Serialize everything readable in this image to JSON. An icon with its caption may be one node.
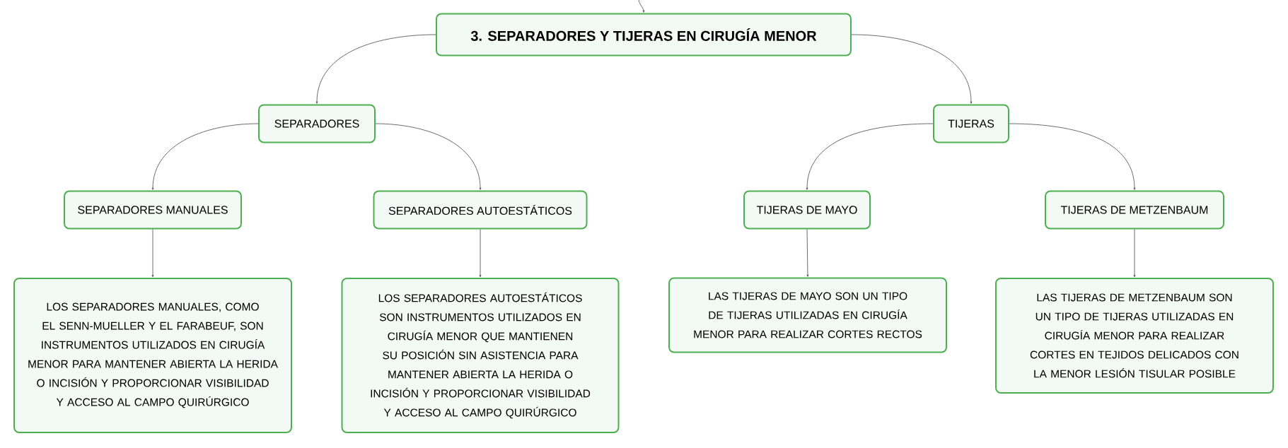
{
  "diagram": {
    "nodes": [
      {
        "text": [
          "3. SEPARADORES Y TIJERAS EN CIRUGÍA MENOR"
        ]
      },
      {
        "text": [
          "SEPARADORES"
        ]
      },
      {
        "text": [
          "TIJERAS"
        ]
      },
      {
        "text": [
          "SEPARADORES MANUALES"
        ]
      },
      {
        "text": [
          "SEPARADORES AUTOESTÁTICOS"
        ]
      },
      {
        "text": [
          "TIJERAS DE MAYO"
        ]
      },
      {
        "text": [
          "TIJERAS DE METZENBAUM"
        ]
      },
      {
        "text": [
          "LOS SEPARADORES MANUALES, COMO EL SENN-MUELLER Y EL FARABEUF, SON INSTRUMENTOS UTILIZADOS EN CIRUGÍA MENOR PARA MANTENER ABIERTA LA HERIDA O INCISIÓN Y PROPORCIONAR VISIBILIDAD Y ACCESO AL CAMPO QUIRÚRGICO"
        ]
      },
      {
        "text": [
          "LOS SEPARADORES AUTOESTÁTICOS SON INSTRUMENTOS UTILIZADOS EN CIRUGÍA MENOR QUE MANTIENEN SU POSICIÓN SIN ASISTENCIA PARA MANTENER ABIERTA LA HERIDA O INCISIÓN Y PROPORCIONAR VISIBILIDAD Y ACCESO AL CAMPO QUIRÚRGICO"
        ]
      },
      {
        "text": [
          "LAS TIJERAS DE MAYO SON UN TIPO DE TIJERAS UTILIZADAS EN CIRUGÍA MENOR PARA REALIZAR CORTES RECTOS"
        ]
      },
      {
        "text": [
          "LAS TIJERAS DE METZENBAUM SON UN TIPO DE TIJERAS UTILIZADAS EN CIRUGÍA MENOR PARA REALIZAR CORTES EN TEJIDOS DELICADOS CON LA MENOR LESIÓN TISULAR POSIBLE"
        ]
      }
    ],
    "edges": [
      {
        "from": null,
        "to": 0,
        "arrow": "to"
      },
      {
        "from": 0,
        "to": 1,
        "arrow": "to"
      },
      {
        "from": 0,
        "to": 2,
        "arrow": "to"
      },
      {
        "from": 1,
        "to": 3,
        "arrow": "to"
      },
      {
        "from": 1,
        "to": 4,
        "arrow": "to"
      },
      {
        "from": 2,
        "to": 5,
        "arrow": "to"
      },
      {
        "from": 2,
        "to": 6,
        "arrow": "to"
      },
      {
        "from": 3,
        "to": 7,
        "arrow": "to"
      },
      {
        "from": 4,
        "to": 8,
        "arrow": "to"
      },
      {
        "from": 5,
        "to": 9,
        "arrow": "to"
      },
      {
        "from": 6,
        "to": 10,
        "arrow": "to"
      }
    ]
  }
}
